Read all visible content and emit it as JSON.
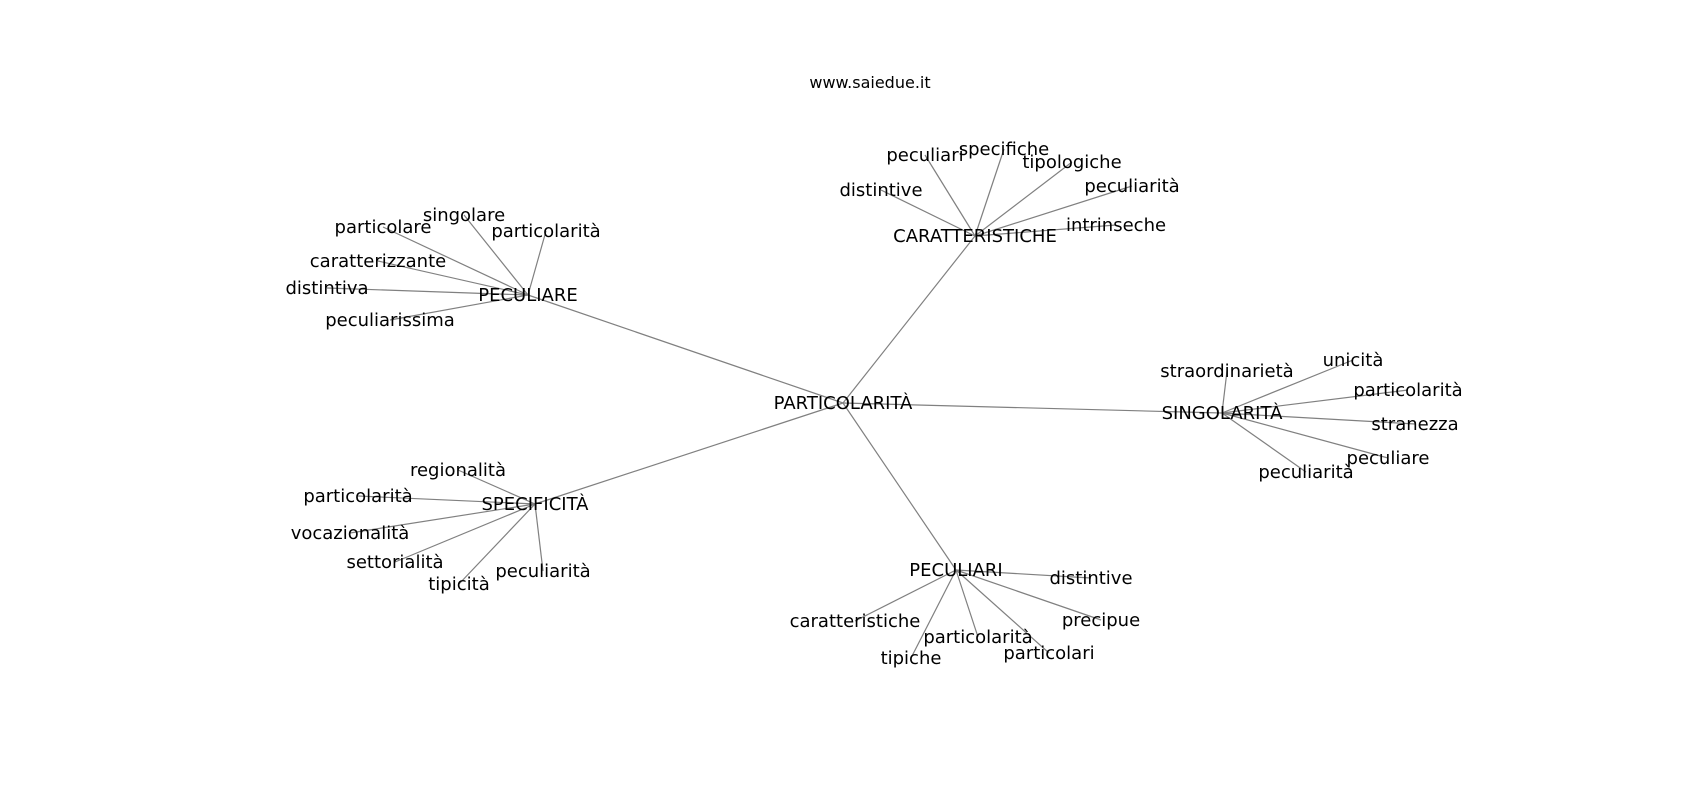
{
  "watermark": "www.saiedue.it",
  "colors": {
    "edge": "#808080",
    "text": "#000000",
    "background": "#ffffff"
  },
  "graph": {
    "center": "PARTICOLARITÀ",
    "groups": [
      {
        "hub": "CARATTERISTICHE",
        "leaves": [
          "distintive",
          "peculiari",
          "specifiche",
          "tipologiche",
          "peculiarità",
          "intrinseche"
        ]
      },
      {
        "hub": "PECULIARE",
        "leaves": [
          "particolare",
          "singolare",
          "particolarità",
          "caratterizzante",
          "distintiva",
          "peculiarissima"
        ]
      },
      {
        "hub": "SINGOLARITÀ",
        "leaves": [
          "straordinarietà",
          "unicità",
          "particolarità",
          "stranezza",
          "peculiare",
          "peculiarità"
        ]
      },
      {
        "hub": "SPECIFICITÀ",
        "leaves": [
          "regionalità",
          "particolarità",
          "vocazionalità",
          "settorialità",
          "tipicità",
          "peculiarità"
        ]
      },
      {
        "hub": "PECULIARI",
        "leaves": [
          "distintive",
          "precipue",
          "caratteristiche",
          "particolarità",
          "tipiche",
          "particolari"
        ]
      }
    ]
  }
}
